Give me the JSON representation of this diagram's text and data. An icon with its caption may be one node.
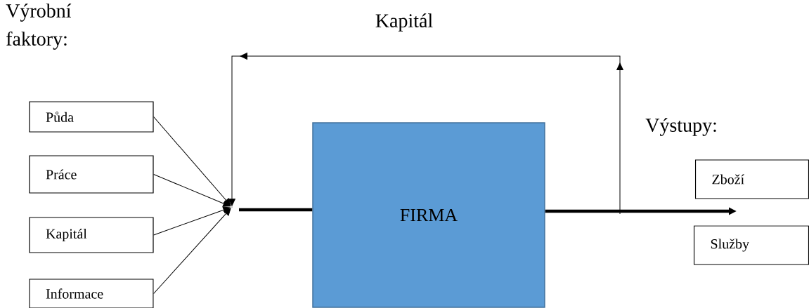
{
  "diagram": {
    "nodes": [
      {
        "text": [
          "Půda"
        ]
      },
      {
        "text": [
          "Práce"
        ]
      },
      {
        "text": [
          "Kapitál"
        ]
      },
      {
        "text": [
          "Informace"
        ]
      },
      {
        "text": [],
        "shape": "point"
      },
      {
        "text": [
          "FIRMA"
        ]
      },
      {
        "text": [
          "Zboží"
        ]
      },
      {
        "text": [
          "Služby"
        ]
      }
    ],
    "edges": [
      {
        "from": 0,
        "to": 4,
        "arrow": "to"
      },
      {
        "from": 1,
        "to": 4,
        "arrow": "to"
      },
      {
        "from": 2,
        "to": 4,
        "arrow": "to"
      },
      {
        "from": 3,
        "to": 4,
        "arrow": "to"
      },
      {
        "from": 4,
        "to": 5,
        "arrow": "none",
        "style": "thick"
      },
      {
        "from": 5,
        "to": null,
        "arrow": "to",
        "style": "thick"
      },
      {
        "from": null,
        "to": 4,
        "arrow": "to",
        "label": "Kapitál"
      }
    ],
    "labels": [
      "Výrobní faktory:",
      "Výstupy:"
    ]
  }
}
